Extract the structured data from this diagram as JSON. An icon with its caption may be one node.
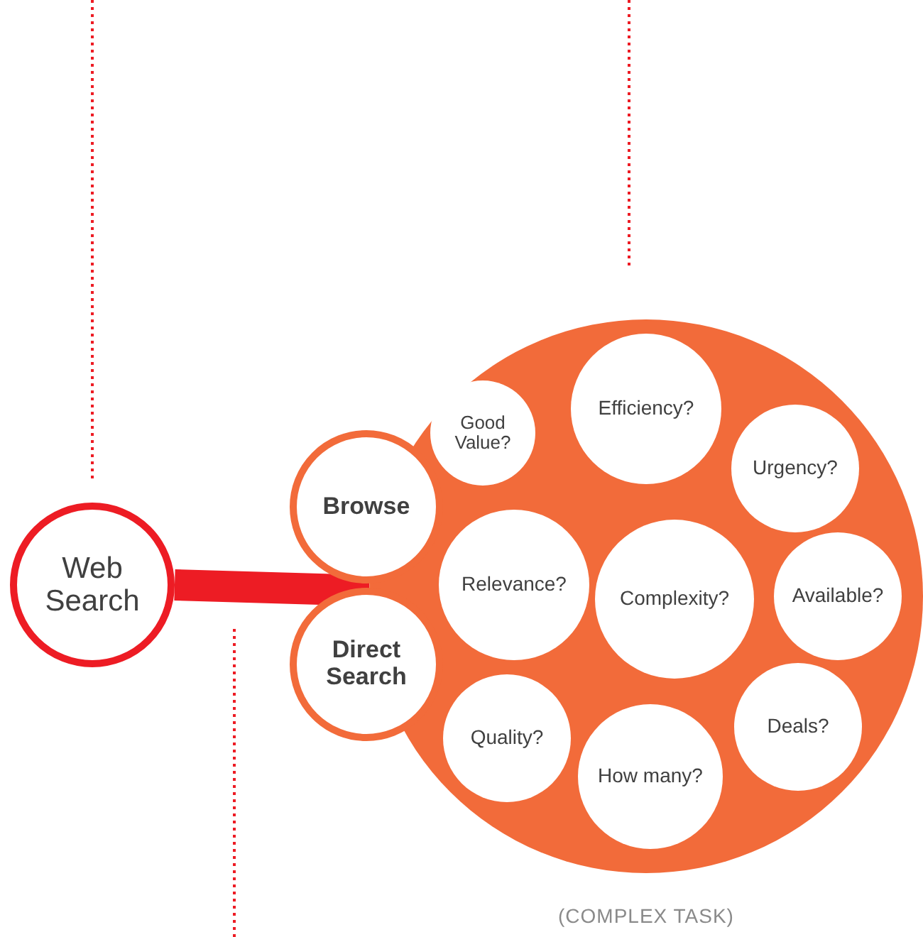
{
  "diagram": {
    "nodes": [
      {
        "text": [
          "Web Search"
        ]
      },
      {
        "text": [],
        "shape": "circle",
        "beside": [
          "(COMPLEX TASK)"
        ]
      },
      {
        "text": [
          "Browse"
        ]
      },
      {
        "text": [
          "Direct Search"
        ]
      },
      {
        "text": [
          "Good Value?"
        ],
        "in": 1
      },
      {
        "text": [
          "Efficiency?"
        ],
        "in": 1
      },
      {
        "text": [
          "Urgency?"
        ],
        "in": 1
      },
      {
        "text": [
          "Relevance?"
        ],
        "in": 1
      },
      {
        "text": [
          "Complexity?"
        ],
        "in": 1
      },
      {
        "text": [
          "Available?"
        ],
        "in": 1
      },
      {
        "text": [
          "Quality?"
        ],
        "in": 1
      },
      {
        "text": [
          "How many?"
        ],
        "in": 1
      },
      {
        "text": [
          "Deals?"
        ],
        "in": 1
      }
    ],
    "edges": [
      {
        "from": 0,
        "to": 1,
        "arrow": "none",
        "color": "#ed1c24"
      }
    ]
  }
}
